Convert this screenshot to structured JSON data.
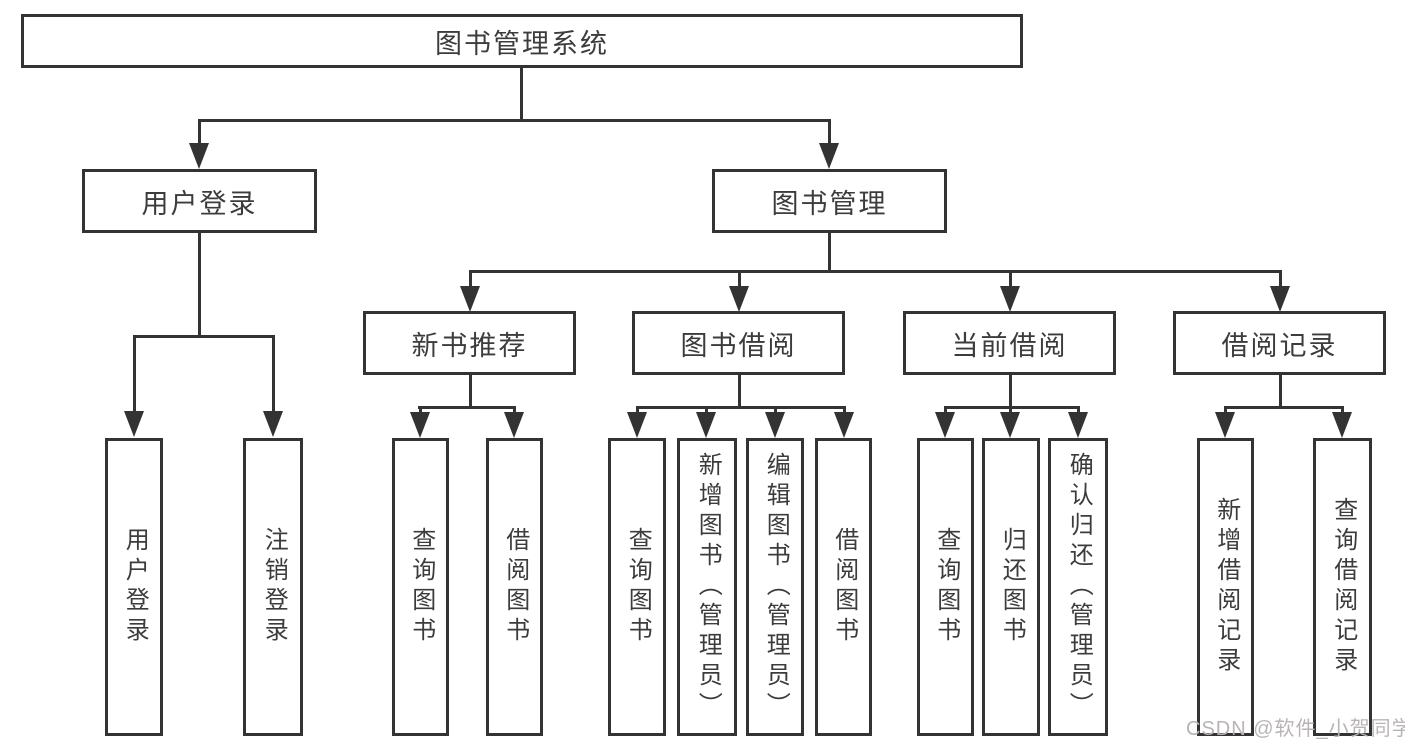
{
  "diagram": {
    "root": {
      "label": "图书管理系统"
    },
    "level2": [
      {
        "label": "用户登录"
      },
      {
        "label": "图书管理"
      }
    ],
    "level3": [
      {
        "label": "新书推荐"
      },
      {
        "label": "图书借阅"
      },
      {
        "label": "当前借阅"
      },
      {
        "label": "借阅记录"
      }
    ],
    "leaves_login": [
      {
        "label": "用户登录"
      },
      {
        "label": "注销登录"
      }
    ],
    "leaves_newbook": [
      {
        "label": "查询图书"
      },
      {
        "label": "借阅图书"
      }
    ],
    "leaves_borrow": [
      {
        "label": "查询图书"
      },
      {
        "label": "新增图书（管理员）"
      },
      {
        "label": "编辑图书（管理员）"
      },
      {
        "label": "借阅图书"
      }
    ],
    "leaves_current": [
      {
        "label": "查询图书"
      },
      {
        "label": "归还图书"
      },
      {
        "label": "确认归还（管理员）"
      }
    ],
    "leaves_records": [
      {
        "label": "新增借阅记录"
      },
      {
        "label": "查询借阅记录"
      }
    ],
    "watermark": "CSDN @软件_小贺同学",
    "colors": {
      "line": "#333333",
      "text": "#3c3c3c",
      "watermark": "#b9b4b4",
      "background": "#ffffff"
    }
  }
}
